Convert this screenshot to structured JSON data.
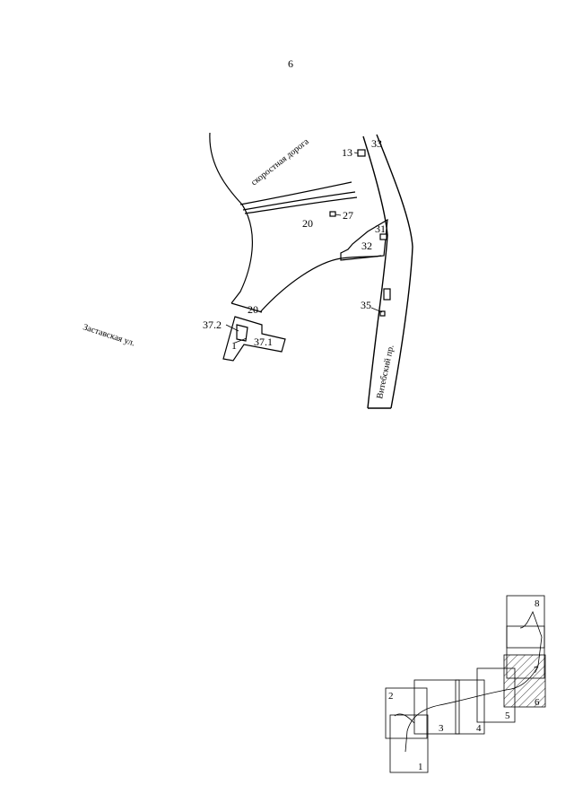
{
  "page_number": "6",
  "map": {
    "streets": {
      "highway": "скоростная дорога",
      "zastavskaya": "Заставская ул.",
      "vitebsky": "Витебский пр."
    },
    "labels": {
      "l13": "13",
      "l33": "33",
      "l27": "27",
      "l20a": "20",
      "l31": "31",
      "l32": "32",
      "l35": "35",
      "l20b": "20",
      "l372": "37.2",
      "l371": "37.1",
      "l1": "1"
    }
  },
  "index_map": {
    "sheets": [
      "1",
      "2",
      "3",
      "4",
      "5",
      "6",
      "7",
      "8"
    ],
    "current_sheet": "6"
  }
}
